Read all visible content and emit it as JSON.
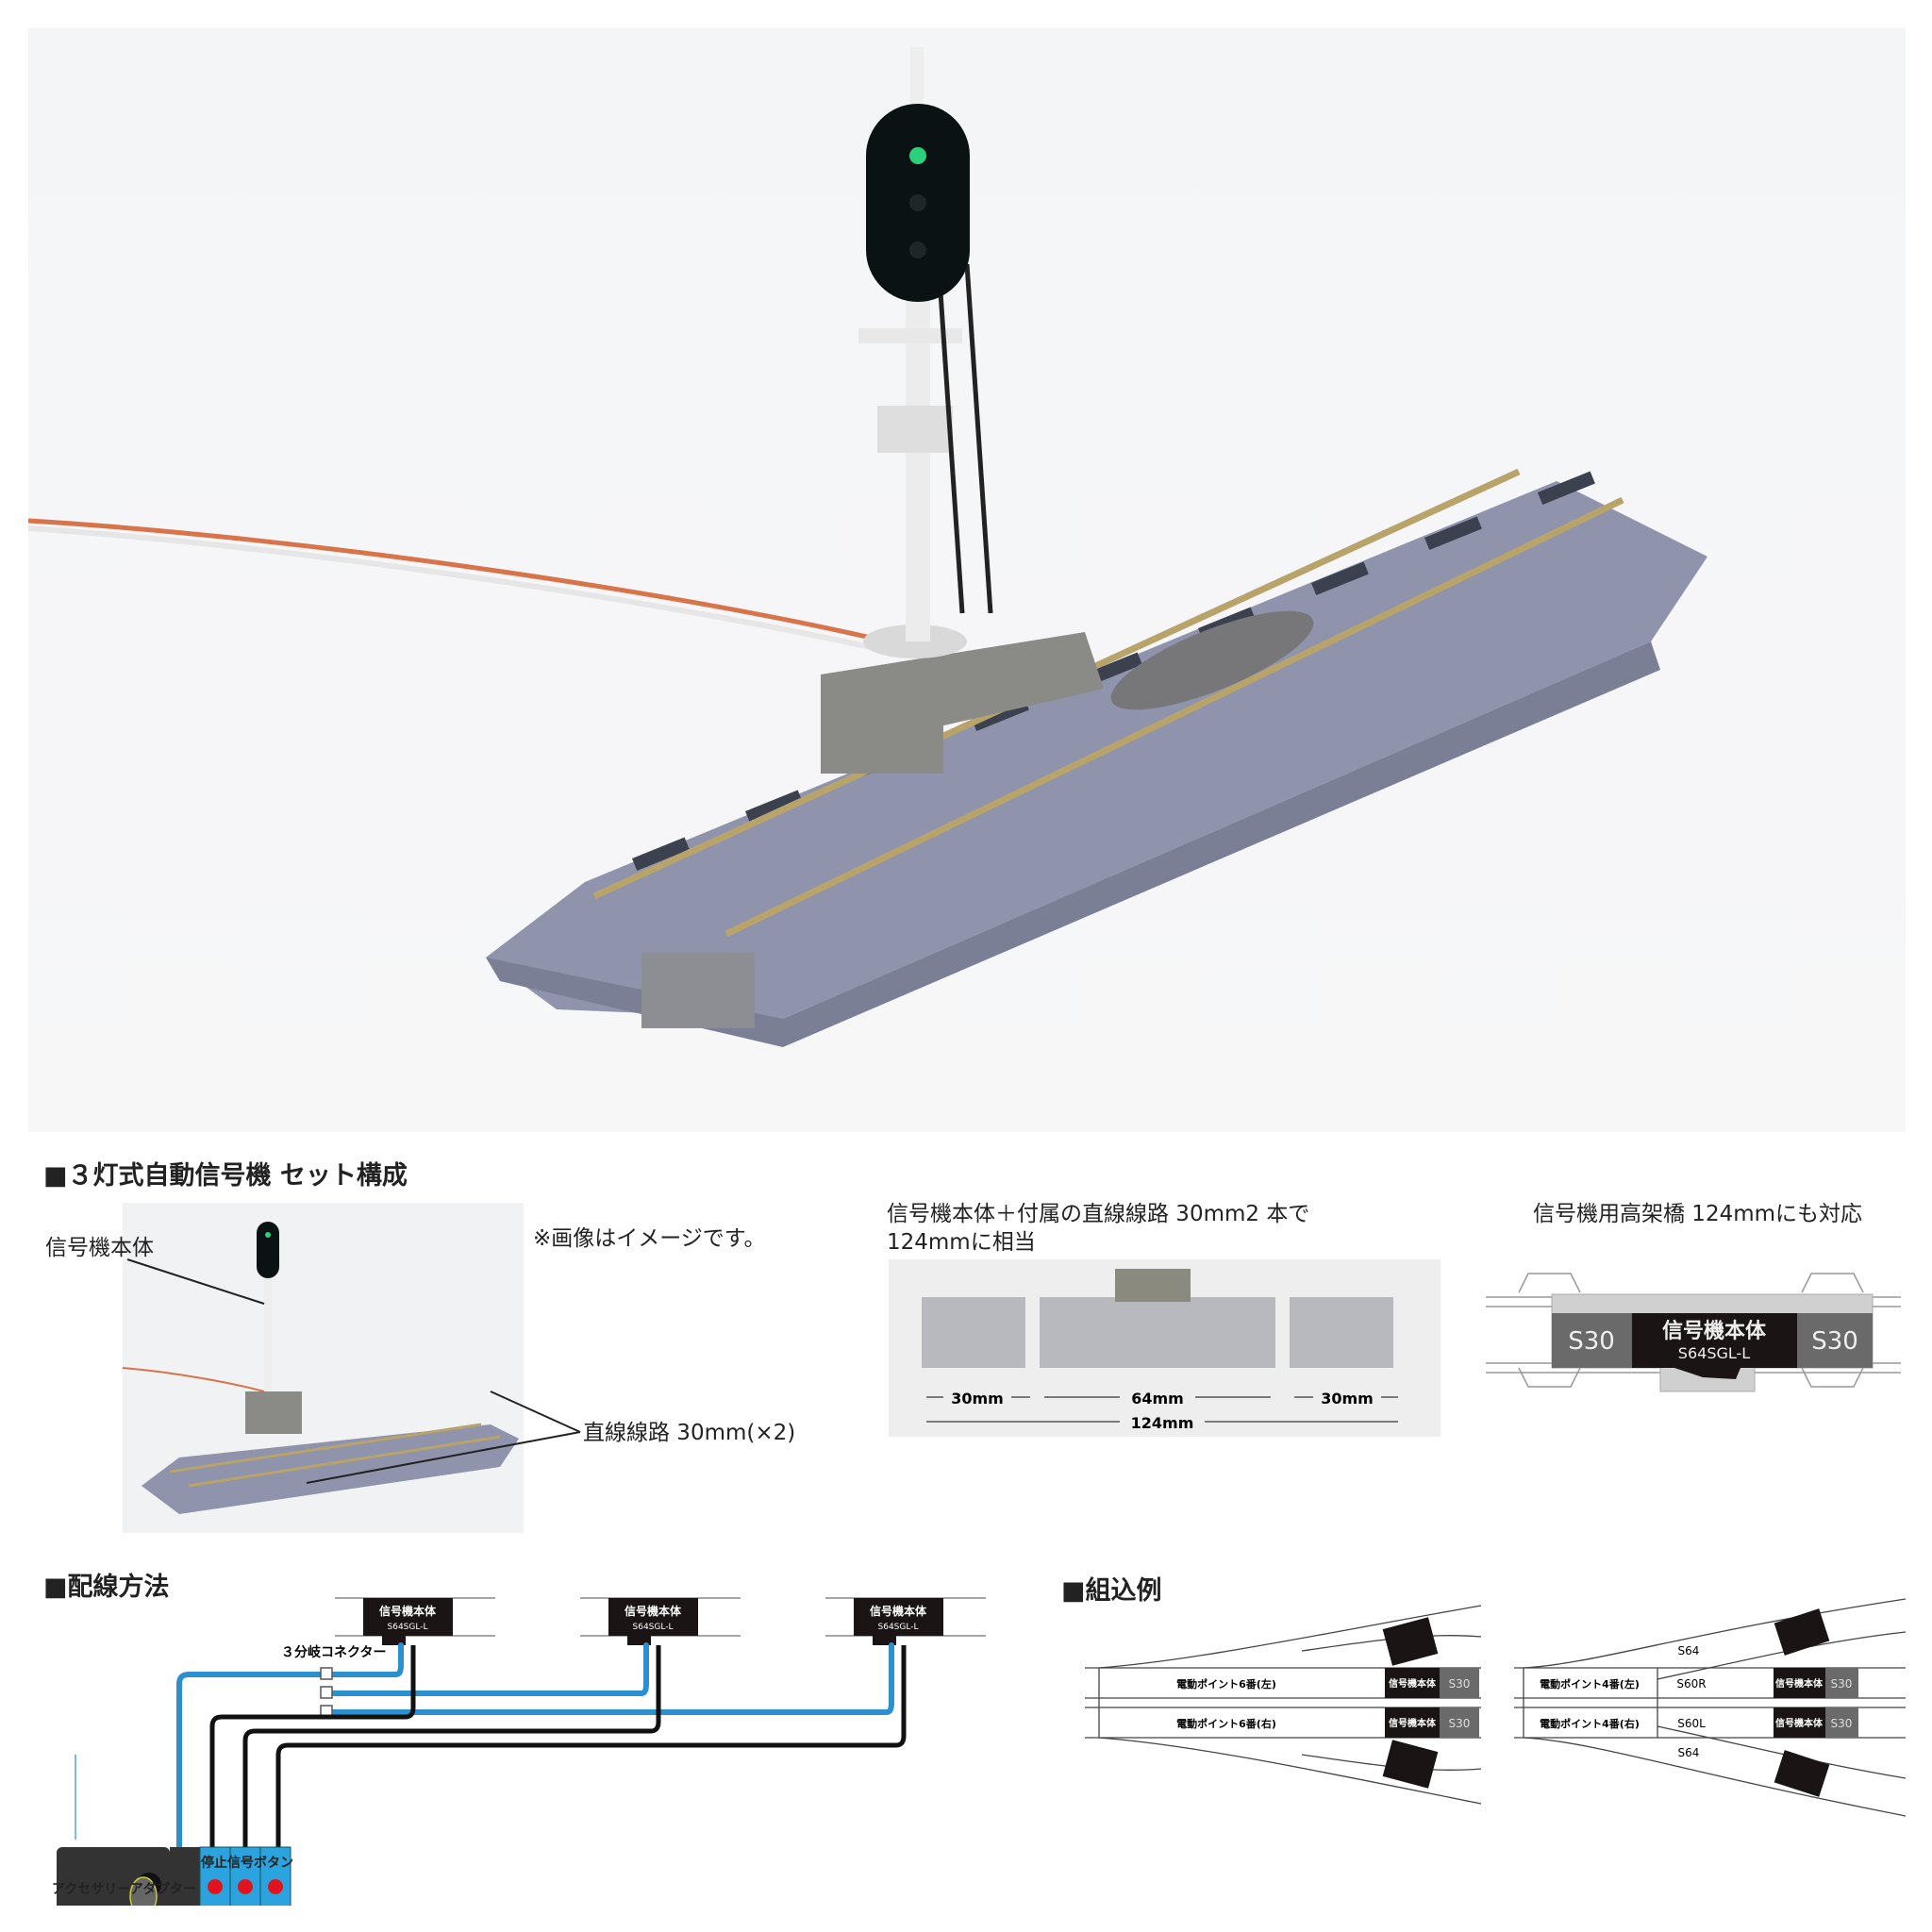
{
  "hero": {
    "signal_aspect": "green",
    "colors": {
      "ballast": "#8f93ab",
      "base": "#8a8a86",
      "wire": "#d8734a",
      "rail": "#b8a46a"
    }
  },
  "set": {
    "heading": "■３灯式自動信号機 セット構成",
    "label_signal": "信号機本体",
    "note": "※画像はイメージです。",
    "label_track": "直線線路 30mm(×2)"
  },
  "combo": {
    "caption_line1": "信号機本体＋付属の直線線路 30mm2 本で",
    "caption_line2": "124mmに相当",
    "dims": [
      "30mm",
      "64mm",
      "30mm"
    ],
    "total": "124mm"
  },
  "bridge": {
    "caption": "信号機用高架橋 124mmにも対応",
    "left": "S30",
    "center": "信号機本体",
    "center_model": "S64SGL-L",
    "right": "S30"
  },
  "wiring": {
    "heading": "■配線方法",
    "units": [
      {
        "name": "信号機本体",
        "model": "S64SGL-L"
      },
      {
        "name": "信号機本体",
        "model": "S64SGL-L"
      },
      {
        "name": "信号機本体",
        "model": "S64SGL-L"
      }
    ],
    "connector": "３分岐コネクター",
    "stop_button": "停止信号ボタン",
    "adapter": "アクセサリーアダプター",
    "colors": {
      "blue_wire": "#2b8fd0",
      "button_block": "#2aa3de",
      "button": "#e0141e"
    }
  },
  "layout": {
    "heading": "■組込例",
    "left": {
      "top_point": "電動ポイント6番(左)",
      "bottom_point": "電動ポイント6番(右)",
      "signal": "信号機本体",
      "s30": "S30"
    },
    "right": {
      "top_point": "電動ポイント4番(左)",
      "bottom_point": "電動ポイント4番(右)",
      "s64": "S64",
      "s60r": "S60R",
      "s60l": "S60L",
      "signal": "信号機本体",
      "s30": "S30"
    }
  }
}
